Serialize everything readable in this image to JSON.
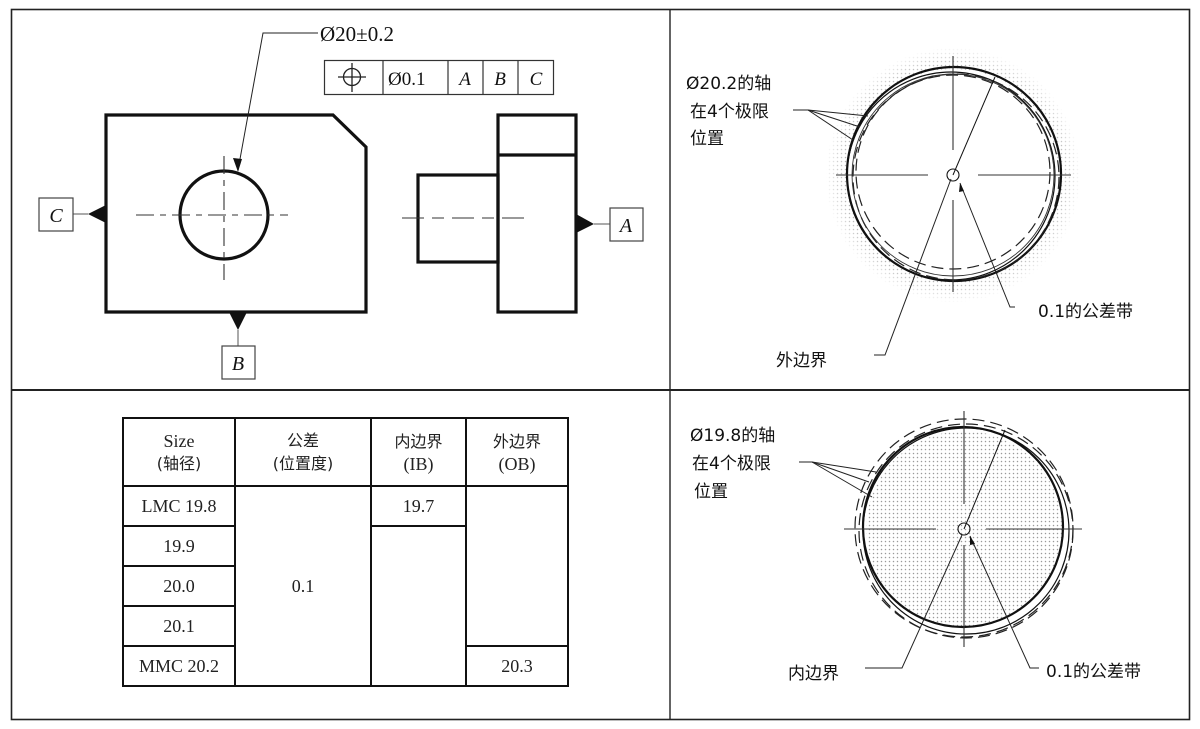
{
  "drawing": {
    "size_callout": "Ø20±0.2",
    "feature_control_frame": {
      "symbol": "position-icon",
      "tolerance": "Ø0.1",
      "datums": [
        "A",
        "B",
        "C"
      ]
    },
    "datum_labels": {
      "left": "C",
      "bottom": "B",
      "right": "A"
    }
  },
  "mmc_view": {
    "label_line1": "Ø20.2的轴",
    "label_line2": "在4个极限",
    "label_line3": "位置",
    "boundary_label": "外边界",
    "zone_label": "0.1的公差带"
  },
  "lmc_view": {
    "label_line1": "Ø19.8的轴",
    "label_line2": "在4个极限",
    "label_line3": "位置",
    "boundary_label": "内边界",
    "zone_label": "0.1的公差带"
  },
  "table": {
    "headers": [
      {
        "line1": "Size",
        "line2": "(轴径)"
      },
      {
        "line1": "公差",
        "line2": "(位置度)"
      },
      {
        "line1": "内边界",
        "line2": "(IB)"
      },
      {
        "line1": "外边界",
        "line2": "(OB)"
      }
    ],
    "sizes": [
      "LMC 19.8",
      "19.9",
      "20.0",
      "20.1",
      "MMC 20.2"
    ],
    "tolerance": "0.1",
    "inner_boundary": "19.7",
    "outer_boundary": "20.3"
  }
}
